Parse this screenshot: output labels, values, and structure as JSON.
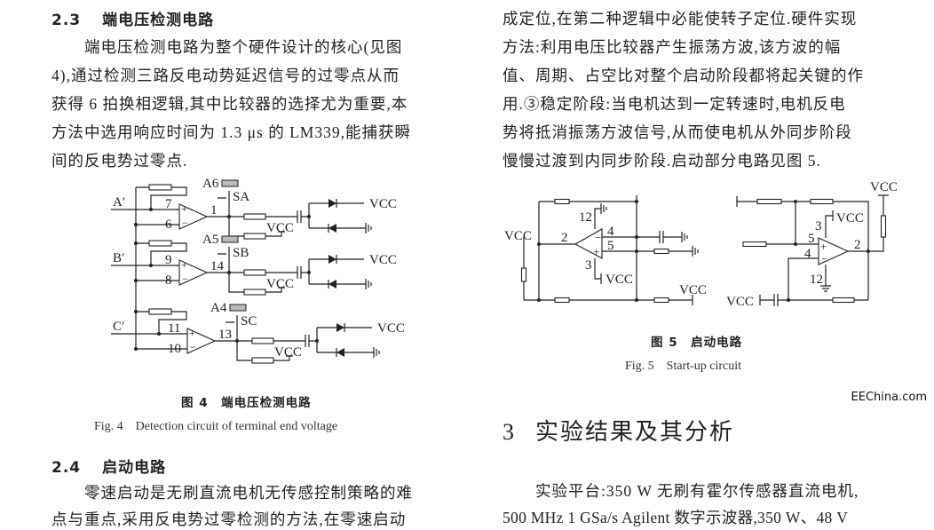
{
  "left": {
    "section_23": {
      "number": "2.3",
      "title": "端电压检测电路"
    },
    "para_23": [
      "　　端电压检测电路为整个硬件设计的核心(见图",
      "4),通过检测三路反电动势延迟信号的过零点从而",
      "获得 6 拍换相逻辑,其中比较器的选择尤为重要,本",
      "方法中选用响应时间为 1.3 μs 的 LM339,能捕获瞬",
      "间的反电势过零点."
    ],
    "fig4": {
      "caption_cn": "图 4　端电压检测电路",
      "caption_en": "Fig. 4　Detection circuit of terminal end voltage",
      "vcc": "VCC",
      "blocks": [
        {
          "input": "A′",
          "pin_plus": "7",
          "pin_minus": "6",
          "out_pin": "1",
          "test_point": "A6",
          "switch": "SA"
        },
        {
          "input": "B′",
          "pin_plus": "9",
          "pin_minus": "8",
          "out_pin": "14",
          "test_point": "A5",
          "switch": "SB"
        },
        {
          "input": "C′",
          "pin_plus": "11",
          "pin_minus": "10",
          "out_pin": "13",
          "test_point": "A4",
          "switch": "SC"
        }
      ]
    },
    "section_24": {
      "number": "2.4",
      "title": "启动电路"
    },
    "para_24": [
      "　　零速启动是无刷直流电机无传感控制策略的难",
      "点与重点,采用反电势过零检测的方法,在零速启动"
    ]
  },
  "right": {
    "para_top": [
      "成定位,在第二种逻辑中必能使转子定位.硬件实现",
      "方法:利用电压比较器产生振荡方波,该方波的幅",
      "值、周期、占空比对整个启动阶段都将起关键的作",
      "用.③稳定阶段:当电机达到一定转速时,电机反电",
      "势将抵消振荡方波信号,从而使电机从外同步阶段",
      "慢慢过渡到内同步阶段.启动部分电路见图 5."
    ],
    "fig5": {
      "caption_cn": "图 5　启动电路",
      "caption_en": "Fig. 5　Start-up circuit",
      "vcc": "VCC",
      "left_pins": {
        "out": "2",
        "minus": "4",
        "plus": "5",
        "top": "12",
        "bottom": "3"
      },
      "right_pins": {
        "out": "2",
        "minus": "4",
        "plus": "5",
        "top": "3",
        "bottom": "12"
      }
    },
    "section_3": {
      "number": "3",
      "title": "实验结果及其分析"
    },
    "para_3": [
      "　　实验平台:350 W 无刷有霍尔传感器直流电机,",
      "500 MHz 1 GSa/s Agilent 数字示波器,350 W、48 V"
    ]
  },
  "watermark": "EEChina.com"
}
